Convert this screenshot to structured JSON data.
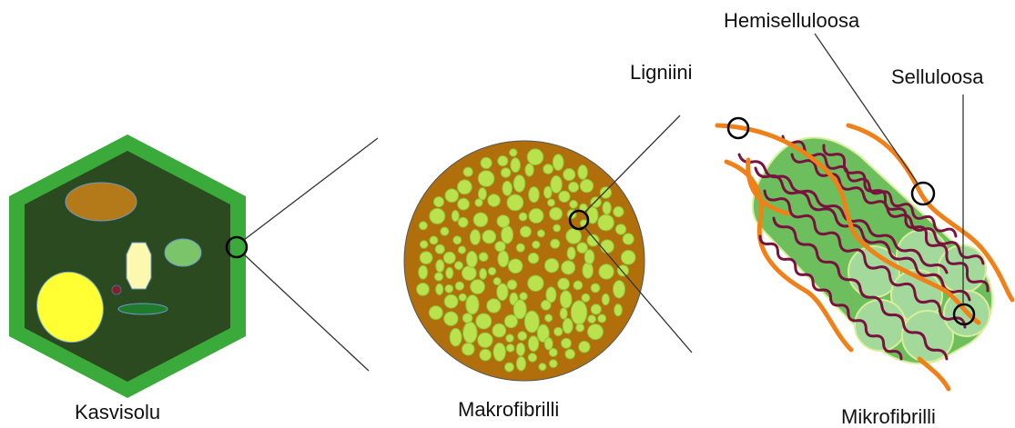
{
  "labels": {
    "plant_cell": "Kasvisolu",
    "macrofibril": "Makrofibrilli",
    "microfibril": "Mikrofibrilli",
    "lignin": "Ligniini",
    "hemicellulose": "Hemiselluloosa",
    "cellulose": "Selluloosa"
  },
  "colors": {
    "cell_wall": "#3aaa3a",
    "cytoplasm": "#2b4a1f",
    "lignin": "#b06f0a",
    "fibril": "#b9e24c",
    "fibril_outline": "#8fc23a",
    "microfibril_bundle": "#6cbf5c",
    "cellulose_strand": "#a3d99b",
    "hemicellulose": "#7a1240",
    "lignin_strand": "#f08018",
    "vacuole_yellow": "#ffff33",
    "organelle_brown": "#b47a1a",
    "organelle_cream": "#fdf8b0",
    "organelle_green": "#7cc46a",
    "organelle_dark_green": "#1f7a2c",
    "organelle_red": "#8a1f1f"
  }
}
